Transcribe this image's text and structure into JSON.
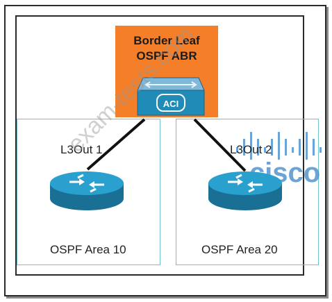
{
  "border_leaf": {
    "line1": "Border Leaf",
    "line2": "OSPF ABR",
    "device_label": "ACI"
  },
  "links": [
    {
      "label": "L3Out 1"
    },
    {
      "label": "L3Out 2"
    }
  ],
  "areas": [
    {
      "label": "OSPF Area 10"
    },
    {
      "label": "OSPF Area 20"
    }
  ],
  "watermark": "exam-tests.com",
  "logo": "cisco",
  "colors": {
    "leaf_fill": "#f47f28",
    "router_fill": "#1f8bb6",
    "area_border": "#6fc3cf",
    "link": "#111111"
  }
}
